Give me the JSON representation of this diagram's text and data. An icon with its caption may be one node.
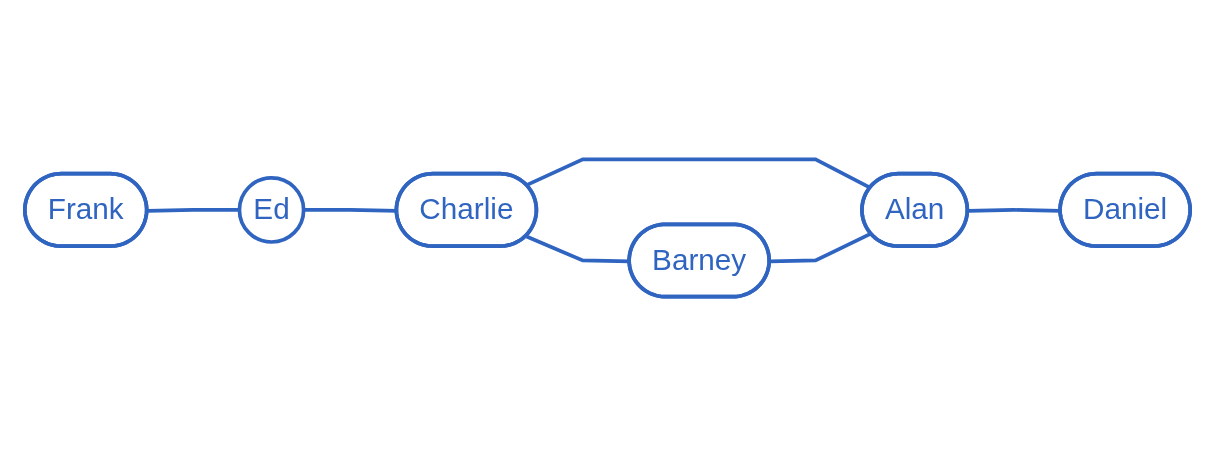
{
  "diagram": {
    "nodes": [
      {
        "text": [
          "Barney"
        ]
      },
      {
        "text": [
          "Daniel"
        ]
      },
      {
        "text": [
          "Frank"
        ]
      },
      {
        "text": [
          "Ed"
        ]
      },
      {
        "text": [
          "Charlie"
        ]
      },
      {
        "text": [
          "Alan"
        ]
      }
    ],
    "edges": [
      {
        "from": 2,
        "to": 3,
        "arrow": "none"
      },
      {
        "from": 3,
        "to": 4,
        "arrow": "none"
      },
      {
        "from": 4,
        "to": 0,
        "arrow": "none"
      },
      {
        "from": 4,
        "to": 5,
        "arrow": "none"
      },
      {
        "from": 0,
        "to": 5,
        "arrow": "none"
      },
      {
        "from": 5,
        "to": 1,
        "arrow": "none"
      }
    ]
  }
}
